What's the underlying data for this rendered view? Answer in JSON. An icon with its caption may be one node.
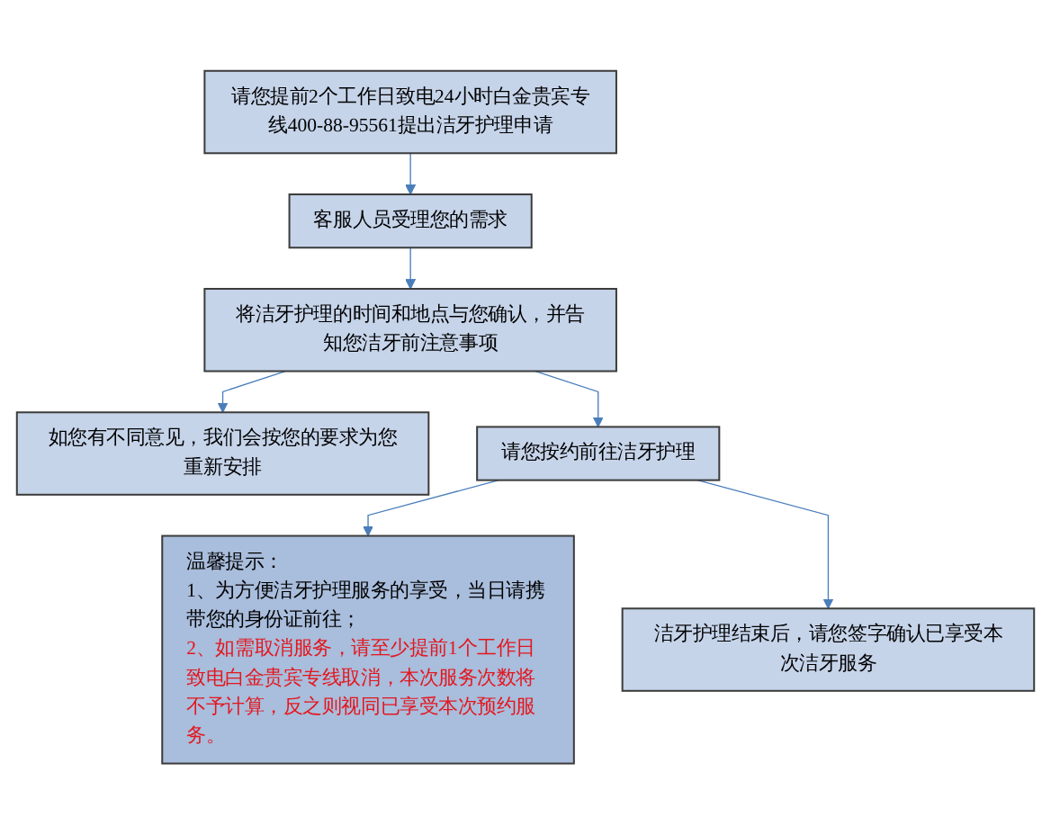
{
  "diagram": {
    "nodes": [
      {
        "text": [
          "请您提前2个工作日致电24小时白金贵宾专线400-88-95561提出洁牙护理申请"
        ]
      },
      {
        "text": [
          "客服人员受理您的需求"
        ]
      },
      {
        "text": [
          "将洁牙护理的时间和地点与您确认，并告知您洁牙前注意事项"
        ]
      },
      {
        "text": [
          "如您有不同意见，我们会按您的要求为您重新安排"
        ]
      },
      {
        "text": [
          "请您按约前往洁牙护理"
        ]
      },
      {
        "text": [
          "温馨提示：",
          "1、为方便洁牙护理服务的享受，当日请携带您的身份证前往；",
          "2、如需取消服务，请至少提前1个工作日致电白金贵宾专线取消，本次服务次数将不予计算，反之则视同已享受本次预约服务。"
        ]
      },
      {
        "text": [
          "洁牙护理结束后，请您签字确认已享受本次洁牙服务"
        ]
      }
    ],
    "edges": [
      {
        "from": 0,
        "to": 1,
        "arrow": "to"
      },
      {
        "from": 1,
        "to": 2,
        "arrow": "to"
      },
      {
        "from": 2,
        "to": 3,
        "arrow": "to"
      },
      {
        "from": 2,
        "to": 4,
        "arrow": "to"
      },
      {
        "from": 4,
        "to": 5,
        "arrow": "to"
      },
      {
        "from": 4,
        "to": 6,
        "arrow": "to"
      }
    ]
  }
}
